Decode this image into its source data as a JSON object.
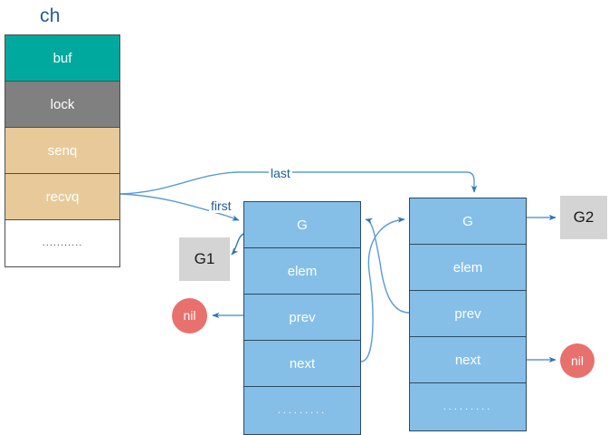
{
  "diagram": {
    "title": "ch",
    "title_color": "#1F5C99",
    "channel": {
      "label": "ch",
      "rows": [
        {
          "label": "buf",
          "color": "#00A99D"
        },
        {
          "label": "lock",
          "color": "#808080"
        },
        {
          "label": "senq",
          "color": "#E8CA9A"
        },
        {
          "label": "recvq",
          "color": "#E8CA9A"
        },
        {
          "label": "...........",
          "color": "#FFFFFF"
        }
      ]
    },
    "sudogs": [
      {
        "name": "sudog-left",
        "color": "#85BFE8",
        "rows": [
          {
            "label": "G"
          },
          {
            "label": "elem"
          },
          {
            "label": "prev"
          },
          {
            "label": "next"
          },
          {
            "label": "........."
          }
        ]
      },
      {
        "name": "sudog-right",
        "color": "#85BFE8",
        "rows": [
          {
            "label": "G"
          },
          {
            "label": "elem"
          },
          {
            "label": "prev"
          },
          {
            "label": "next"
          },
          {
            "label": "........."
          }
        ]
      }
    ],
    "goroutines": [
      {
        "id": "g1",
        "label": "G1",
        "color": "#D4D4D4"
      },
      {
        "id": "g2",
        "label": "G2",
        "color": "#D4D4D4"
      }
    ],
    "nils": [
      {
        "id": "nil-left",
        "label": "nil",
        "color": "#E8716D"
      },
      {
        "id": "nil-right",
        "label": "nil",
        "color": "#E8716D"
      }
    ],
    "edge_labels": {
      "first": "first",
      "last": "last"
    },
    "edge_color": "#5B9BD5"
  }
}
